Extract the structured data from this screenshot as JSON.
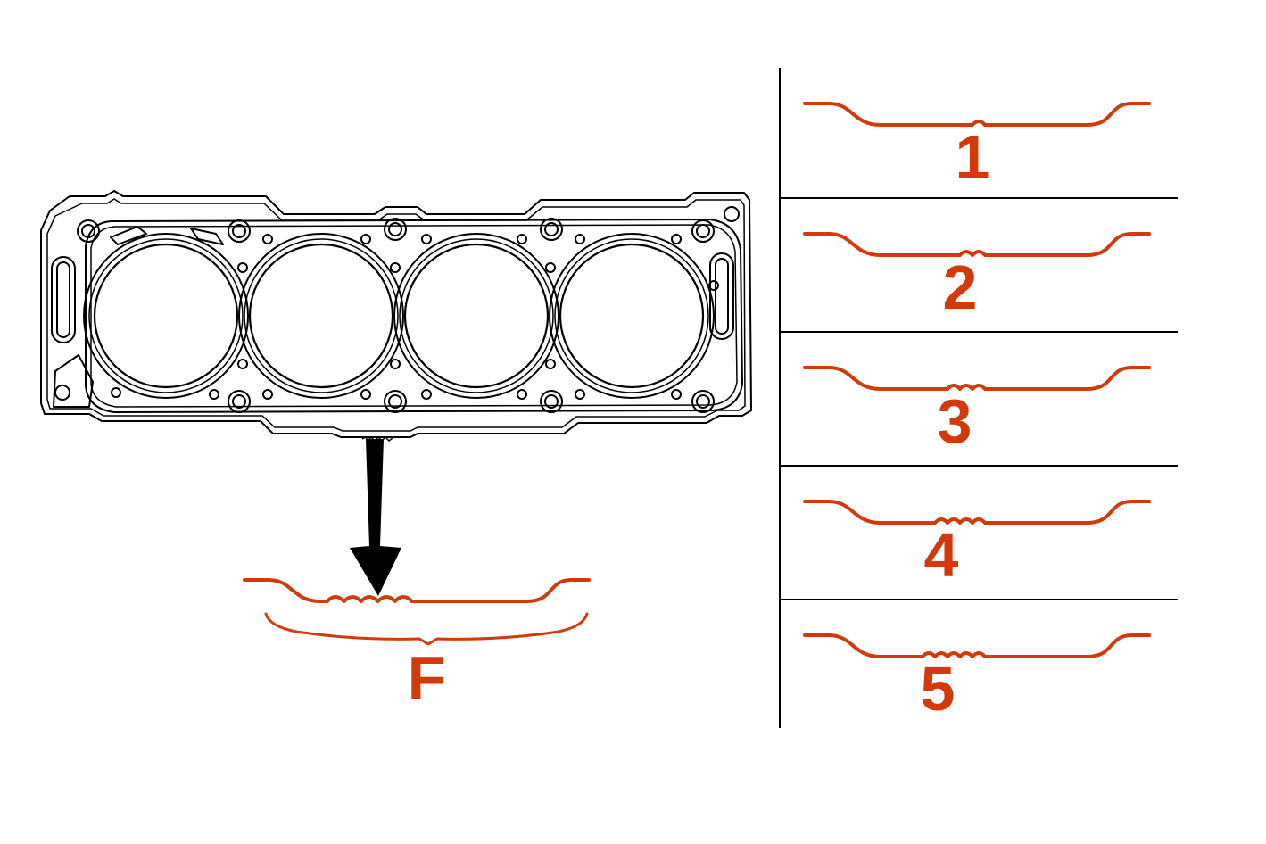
{
  "colors": {
    "profile": "#d23a0c",
    "ink": "#000000",
    "background": "#ffffff"
  },
  "gasket": {
    "cylinder_count": 4,
    "detail_label": "F",
    "detail_notch_count": 5
  },
  "variants": [
    {
      "label": "1",
      "notch_count": 1
    },
    {
      "label": "2",
      "notch_count": 2
    },
    {
      "label": "3",
      "notch_count": 3
    },
    {
      "label": "4",
      "notch_count": 4
    },
    {
      "label": "5",
      "notch_count": 5
    }
  ]
}
